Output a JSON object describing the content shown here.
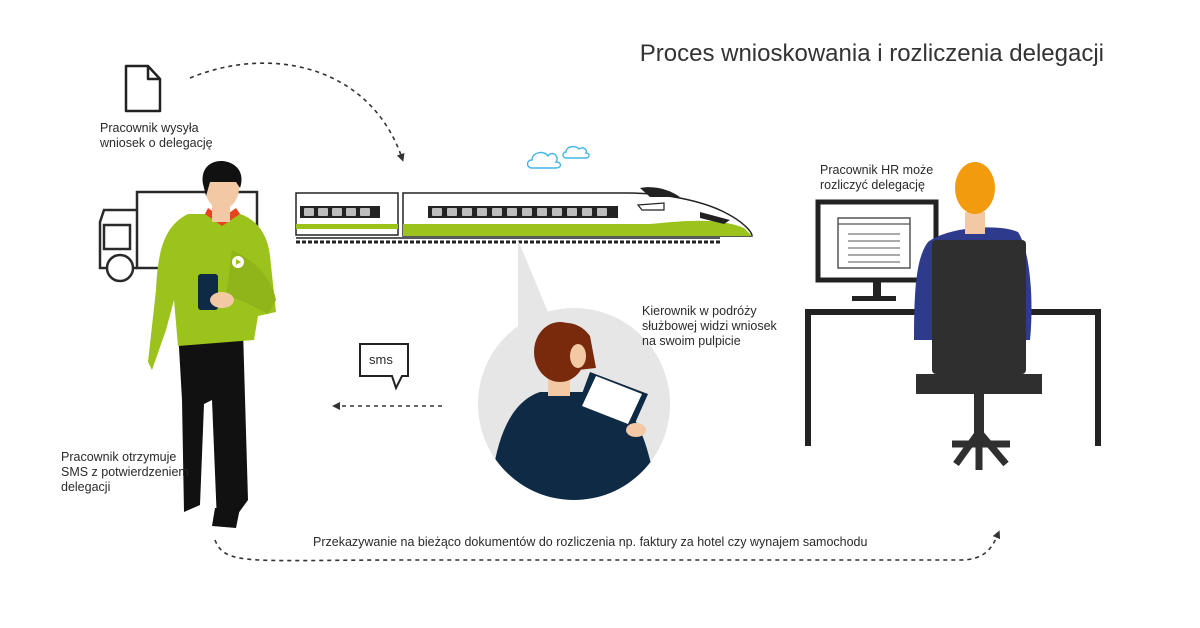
{
  "title": "Proces wnioskowania i rozliczenia delegacji",
  "steps": {
    "employee_sends": [
      "Pracownik wysyła",
      "wniosek o delegację"
    ],
    "manager_sees": [
      "Kierownik w podróży",
      "służbowej widzi wniosek",
      "na swoim pulpicie"
    ],
    "hr_settles": [
      "Pracownik HR może",
      "rozliczyć delegację"
    ],
    "employee_receives": [
      "Pracownik otrzymuje",
      "SMS z potwierdzeniem",
      "delegacji"
    ],
    "documents_transfer": "Przekazywanie na bieżąco dokumentów do rozliczenia np. faktury za hotel czy wynajem samochodu"
  },
  "sms_bubble": "sms",
  "colors": {
    "accent_green": "#9bc31c",
    "navy": "#0f2a44",
    "hr_jacket": "#2e3a8c",
    "hr_hair": "#f29b0d",
    "hair_brown": "#7a2a0c",
    "cloud": "#43b6e6",
    "circle_bg": "#e6e6e6",
    "chair": "#2f2f2f"
  },
  "icons": [
    "document-icon",
    "truck-icon",
    "train-icon",
    "cloud-icon",
    "sms-bubble-icon",
    "tablet-icon",
    "monitor-icon",
    "desk-icon",
    "office-chair-icon"
  ]
}
